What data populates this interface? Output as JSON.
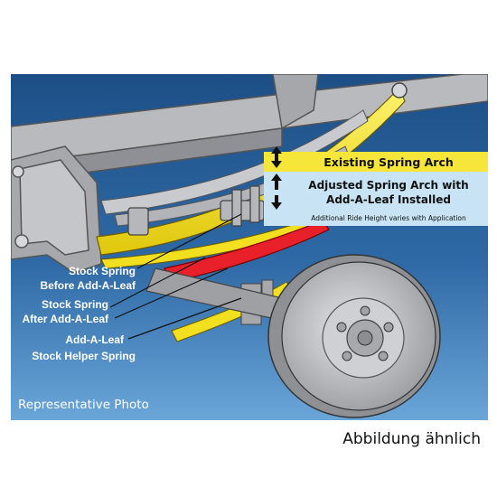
{
  "labels": {
    "existing_arch": "Existing Spring Arch",
    "adjusted_arch_line1": "Adjusted Spring Arch with",
    "adjusted_arch_line2": "Add-A-Leaf Installed",
    "ride_height_note": "Additional Ride Height varies with Application",
    "stock_spring_before_line1": "Stock Spring",
    "stock_spring_before_line2": "Before Add-A-Leaf",
    "stock_spring_after_line1": "Stock Spring",
    "stock_spring_after_line2": "After Add-A-Leaf",
    "add_a_leaf": "Add-A-Leaf",
    "stock_helper_spring": "Stock Helper Spring",
    "representative_photo": "Representative Photo"
  },
  "caption": "Abbildung ähnlich",
  "colors": {
    "background_top": "#1d4f86",
    "background_bottom": "#6aa6d8",
    "existing_spring": "#f2e020",
    "add_a_leaf": "#e8202a",
    "label_box_yellow": "#f7e63a",
    "label_box_blue": "#c8e4f4",
    "frame_gray": "#b9babd"
  }
}
